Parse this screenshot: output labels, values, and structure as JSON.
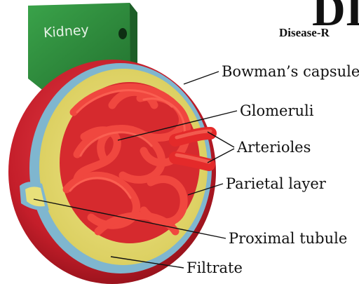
{
  "header": {
    "title_fragment": "DI",
    "subtitle_fragment": "Disease-R"
  },
  "model": {
    "stand_label": "Kidney"
  },
  "labels": {
    "bowmans_capsule": "Bowman’s capsule",
    "glomeruli": "Glomeruli",
    "arterioles": "Arterioles",
    "parietal_layer": "Parietal layer",
    "proximal_tubule": "Proximal tubule",
    "filtrate": "Filtrate"
  },
  "colors": {
    "stand_green": "#2f8f3e",
    "capsule_red": "#c81e2c",
    "glomerulus_red": "#e42a2a",
    "parietal_blue": "#7fb6cf",
    "filtrate_yellow": "#e8e07a"
  }
}
